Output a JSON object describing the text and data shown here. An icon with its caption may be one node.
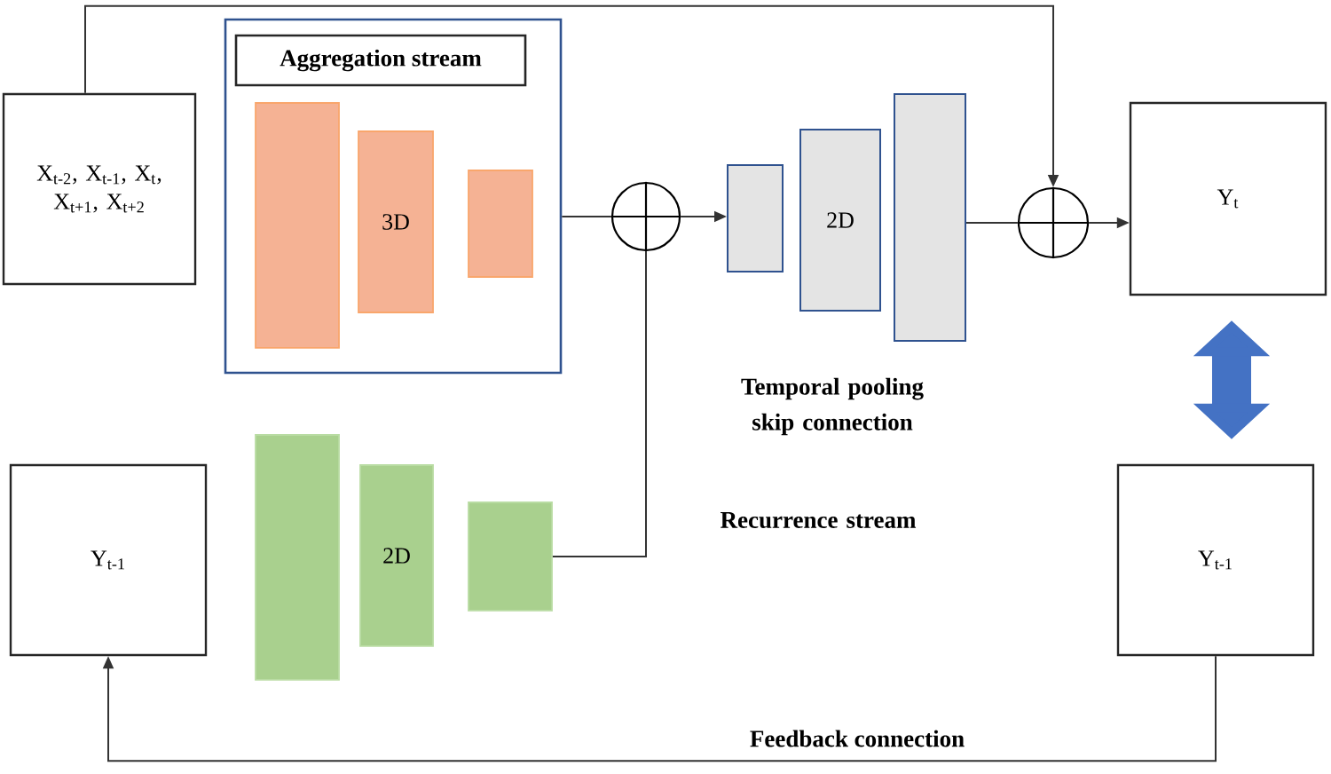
{
  "diagram": {
    "nodes": [
      {
        "text": [
          "X$_{t-2}$, X$_{t-1}$, X$_{t}$, X$_{t+1}$, X$_{t+2}$"
        ]
      },
      {
        "text": [],
        "shape": "box"
      },
      {
        "text": [
          "Aggregation stream"
        ],
        "in": 1
      },
      {
        "text": [],
        "shape": "bar",
        "in": 1
      },
      {
        "text": [
          "3D"
        ],
        "in": 1
      },
      {
        "text": [],
        "shape": "bar",
        "in": 1
      },
      {
        "text": [],
        "shape": "circle"
      },
      {
        "text": [],
        "shape": "bar"
      },
      {
        "text": [
          "2D"
        ]
      },
      {
        "text": [],
        "shape": "bar"
      },
      {
        "text": [],
        "shape": "circle"
      },
      {
        "text": [
          "Y$_{t}$"
        ]
      },
      {
        "text": [
          "Y$_{t-1}$"
        ]
      },
      {
        "text": [
          "Y$_{t-1}$"
        ]
      },
      {
        "text": [],
        "shape": "bar"
      },
      {
        "text": [
          "2D"
        ]
      },
      {
        "text": [],
        "shape": "bar"
      }
    ],
    "edges": [
      {
        "from": 0,
        "to": 10,
        "arrow": "to"
      },
      {
        "from": 1,
        "to": 6,
        "arrow": "none"
      },
      {
        "from": 6,
        "to": 7,
        "arrow": "to"
      },
      {
        "from": 9,
        "to": 10,
        "arrow": "none"
      },
      {
        "from": 10,
        "to": 11,
        "arrow": "to"
      },
      {
        "from": 16,
        "to": 6,
        "arrow": "none"
      },
      {
        "from": 11,
        "to": 12,
        "arrow": "both",
        "style": "thick",
        "color": "#4472c4"
      },
      {
        "from": 12,
        "to": 13,
        "arrow": "to",
        "label": "Feedback connection"
      }
    ],
    "labels": [
      "Temporal pooling skip connection",
      "Recurrence stream"
    ]
  }
}
